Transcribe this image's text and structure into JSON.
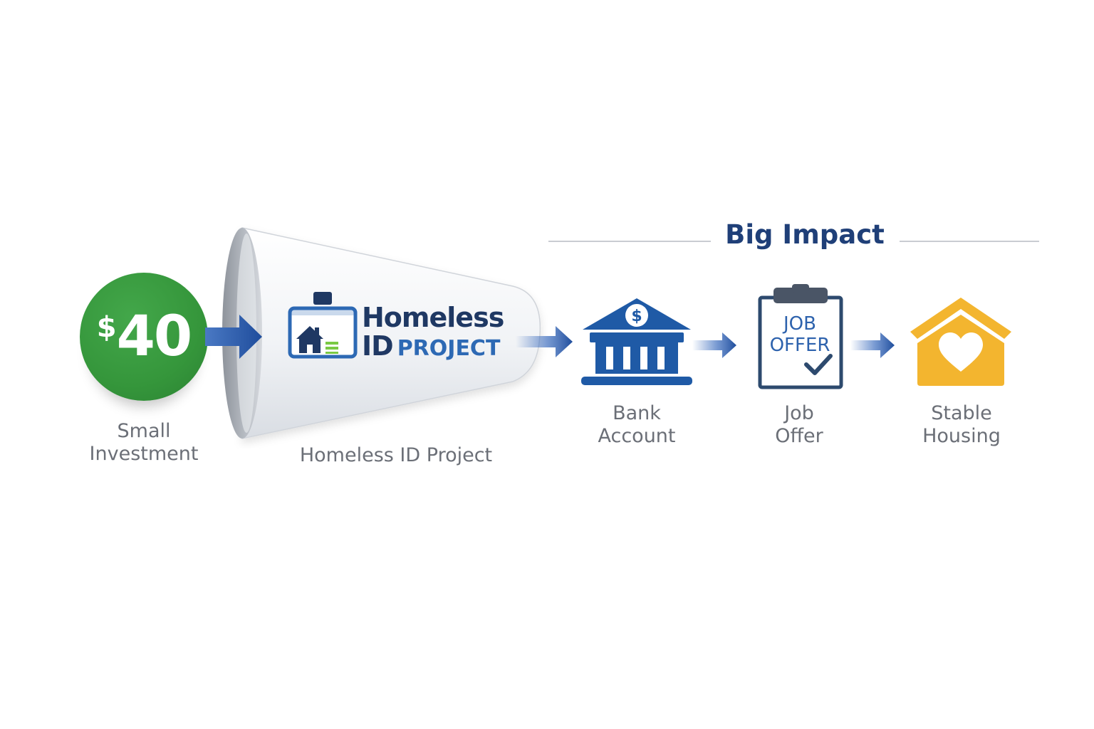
{
  "investment": {
    "amount": "40",
    "currency_symbol": "$",
    "label_line1": "Small",
    "label_line2": "Investment",
    "color": "#35963b"
  },
  "project": {
    "logo_line1": "Homeless",
    "logo_id": "ID",
    "logo_project": "PROJECT",
    "caption": "Homeless ID Project"
  },
  "impact": {
    "heading": "Big Impact",
    "heading_color": "#1f3f78",
    "steps": [
      {
        "icon": "bank-icon",
        "line1": "Bank",
        "line2": "Account",
        "color": "#1f5aa6"
      },
      {
        "icon": "clipboard-icon",
        "line1": "Job",
        "line2": "Offer",
        "icon_text_line1": "JOB",
        "icon_text_line2": "OFFER",
        "color": "#2d4a6e"
      },
      {
        "icon": "house-heart-icon",
        "line1": "Stable",
        "line2": "Housing",
        "color": "#f3b52f"
      }
    ]
  },
  "colors": {
    "arrow": "#2450a0",
    "label_gray": "#6b6f77",
    "logo_navy": "#1f3863",
    "logo_blue": "#2d69b4",
    "logo_green": "#7ac943"
  }
}
